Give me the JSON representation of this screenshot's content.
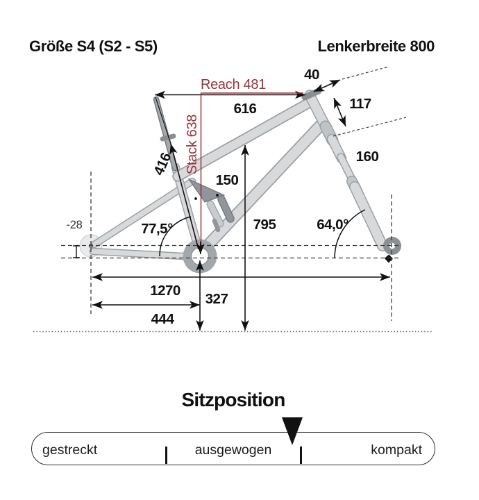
{
  "header": {
    "size": "Größe S4 (S2 - S5)",
    "handlebar_width": "Lenkerbreite 800"
  },
  "geometry": {
    "reach": "Reach 481",
    "stack": "Stack 638",
    "top_tube": "616",
    "stem_length": "40",
    "head_tube": "117",
    "fork_travel": "160",
    "seat_tube": "416",
    "rear_travel": "150",
    "seat_angle": "77,5°",
    "bb_drop": "-28",
    "standover": "795",
    "head_angle": "64,0°",
    "wheelbase": "1270",
    "rear_center": "444",
    "bb_height": "327"
  },
  "seat_position": {
    "title": "Sitzposition",
    "zones": [
      "gestreckt",
      "ausgewogen",
      "kompakt"
    ],
    "marker_percent": 64.6
  },
  "colors": {
    "accent_red": "#9c3238",
    "ink": "#111111",
    "frame_fill": "#d7d9db",
    "frame_edge": "#9ba0a4"
  }
}
